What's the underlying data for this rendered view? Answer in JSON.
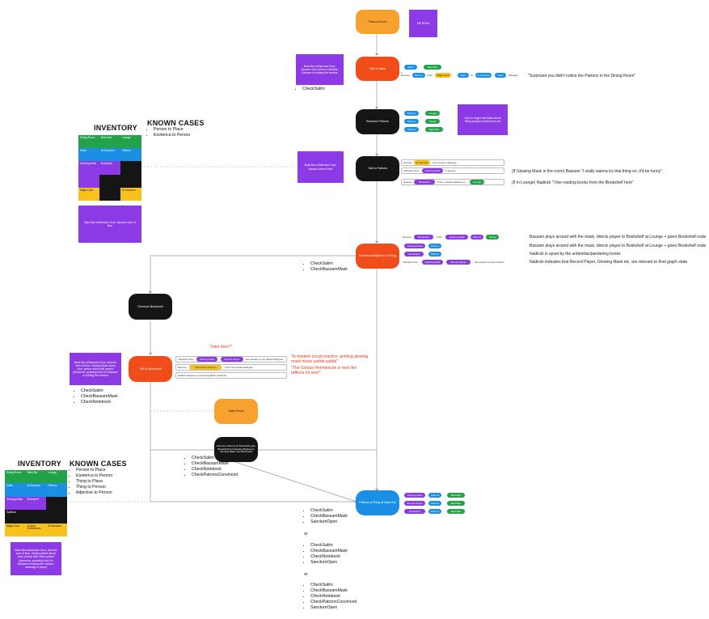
{
  "nodes": {
    "patrons_room": "Patrons Room",
    "patrons_note": "PATRONS",
    "talk_salim": "Talk to Salim",
    "summon_patrons": "Summon Patrons",
    "talk_patrons": "Talk to Patrons",
    "patrons_adjective": "Patrons w/Adjective or Thing",
    "summon_bookshelf": "Summon Bookshelf",
    "talk_bookshelf": "Talk to Bookshelf",
    "salim_room": "Salim Room",
    "summon_patrons_bookshelf": "Summon Patrons w/ Bookshelf, give Bookshelf text Glowing Mask/Lyre Glowing Mask near Bookshelf",
    "patrons_thing_backbar": "Patrons w/Thing at Back Bar"
  },
  "notes": {
    "salim_note": "Back Bar w/Sanctum Door, obscure view of floor, indication Bassam is holding the camera",
    "summon_note": "Can no longer ask Salim about hiring people to keep them out",
    "patrons_talk_note": "Back Bar w/Sanctum Door, obscure view of floor",
    "inv1_note": "Back Bar w/Sanctum Door, obscure view of floor",
    "bookshelf_note": "Back Bar w/Sanctum Door, obscure view of floor, Glowing Mask above door, person with cultic symbol (obscured, probably) that it is Bassam is holding the camera",
    "inv2_note": "Back Bar w/Sanctum Door, obscure view of floor, Glowing Mask above door, person with cultic symbol (obscured, probably) that it is Bassam is holding the camera, message to player"
  },
  "salim_pills": {
    "row1": [
      "Salim",
      "Back Bar"
    ],
    "row2": [
      "Receive",
      "Patrons",
      "From",
      "Magic Door",
      "Salim",
      "At",
      "At Sanctum",
      "Salim",
      "Dialogue"
    ]
  },
  "summon_pills": [
    [
      "Patrons",
      "Lounge"
    ],
    [
      "Patrons",
      "Dining"
    ],
    [
      "Patrons",
      "Back Bar"
    ]
  ],
  "talk_patrons_rows": [
    {
      "lead": "Receive",
      "pill": "At Sanctum",
      "tail": "From a given dialogue"
    },
    {
      "lead": "Indication that",
      "pill": "Glowing Mask",
      "tail": "is relevant"
    },
    {
      "lead": "Receive",
      "pill": "Bookshelf",
      "tail": "From a default dialogue in",
      "pill2": "Lounge"
    }
  ],
  "adjective_rows": {
    "row1": [
      "Receive",
      "Bookshelf",
      "From",
      "Glowing Mask",
      "Patrons",
      "Dining"
    ],
    "row2": [
      "Glowing Mask",
      "Patrons"
    ],
    "row3": [
      "Bookshelf",
      "Patrons"
    ],
    "row4": [
      "Indication that",
      "Glowing Mask",
      "Record Player",
      "are relevant to final solution"
    ]
  },
  "bookshelf_rows": {
    "row1": [
      "Indication that",
      "Glowing Mask",
      "Record Player",
      "are relevant to 1st default dialogue"
    ],
    "row2": [
      "Receive",
      "Corpus Hermeticum",
      "From 2nd default dialogue"
    ],
    "row3": [
      "Default dialogue representing Bank notebook"
    ]
  },
  "backbar_pills": [
    [
      "Glowing Mask",
      "Patrons",
      "Back Bar"
    ],
    [
      "Record Player",
      "Patrons",
      "Back Bar"
    ],
    [
      "Bookshelf",
      "Patrons",
      "Back Bar"
    ]
  ],
  "quotes": {
    "salim": "\"Surprised you didn't notice the Patrons in the Dining Room\"",
    "patrons1": "(If Glowing Mask in the room) Bassam \"I really wanna try that thing on, it'd be funny\"",
    "patrons2": "(If in Lounge) Nadirah \"I like reading books from the Bookshelf here\"",
    "adj1": "Bassam plays around with the mask, directs player to Bookshelf at Lounge + gives Bookshelf node",
    "adj2": "Bassam plays around with the mask, directs player to Bookshelf at Lounge + gives Bookshelf node",
    "adj3": "Nadirah is upset by the unfamiliar/pandering books",
    "adj4": "Nadirah indicates that Record Player, Glowing Mask etc. are relevant to final graph state"
  },
  "red_texts": {
    "joke": "\"Joke here?\"",
    "occult": "\"In modern occult practice, priming glowing mask music yadda yadda\"",
    "corpus": "\"The Corpus Hermeticum is next line (affects no one)\""
  },
  "checks": {
    "salim": [
      "CheckSalim"
    ],
    "adjective": [
      "CheckSalim",
      "CheckBassamMask"
    ],
    "bookshelf": [
      "CheckSalim",
      "CheckBassamMask",
      "CheckNotebook"
    ],
    "summon_pb": [
      "CheckSalim",
      "CheckBassamMask",
      "CheckNotebook",
      "CheckPatronsConvinced"
    ],
    "final_a": [
      "CheckSalim",
      "CheckBassamMask",
      "SanctumOpen"
    ],
    "final_b": [
      "CheckSalim",
      "CheckBassamMask",
      "CheckNotebook",
      "SanctumOpen"
    ],
    "final_c": [
      "CheckSalim",
      "CheckBassamMask",
      "CheckNotebook",
      "CheckPatronsConvinced",
      "SanctumOpen"
    ],
    "or_word": "or"
  },
  "inventory1": {
    "title": "INVENTORY",
    "cells": [
      "Dining Room",
      "Back Bar",
      "Lounge",
      "Salim",
      "At Sanctum",
      "Patrons",
      "Glowing Mask",
      "Bookshelf",
      "",
      "",
      "",
      "",
      "Magic Door",
      "",
      "At Sanctum"
    ]
  },
  "known1": {
    "title": "KNOWN CASES",
    "items": [
      "Person to Place",
      "Esoterica to Person"
    ]
  },
  "inventory2": {
    "title": "INVENTORY",
    "cells": [
      "Dining Room",
      "Back Bar",
      "Lounge",
      "Salim",
      "At Sanctum",
      "Patrons",
      "Glowing Mask",
      "Bookshelf",
      "",
      "Spiritual",
      "",
      "",
      "Magic Door",
      "Corpus Hermeticum",
      "At Sanctum"
    ]
  },
  "known2": {
    "title": "KNOWN CASES",
    "items": [
      "Person to Place",
      "Esoterica to Person",
      "Thing to Place",
      "Thing to Person",
      "Adjective to Person"
    ]
  },
  "colors": {
    "orange": "#f7a22f",
    "red": "#f04d1b",
    "black": "#151515",
    "blue": "#1a8fe3",
    "purple": "#8c39e6",
    "green": "#22a34a",
    "yellow": "#f7c21b"
  }
}
